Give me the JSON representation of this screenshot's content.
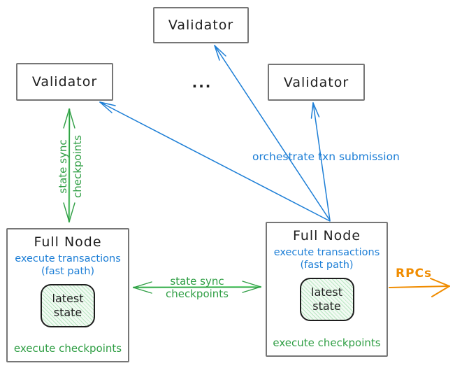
{
  "colors": {
    "arrow_blue": "#1c7ed6",
    "arrow_green": "#2f9e44",
    "arrow_green_light": "#8ce99a",
    "arrow_orange": "#f08c00",
    "box_border_gray": "#767676",
    "text_black": "#1e1e1e",
    "state_box_stripe_green": "#b9e7c2"
  },
  "validators": {
    "top_label": "Validator",
    "left_label": "Validator",
    "right_label": "Validator",
    "ellipsis": "..."
  },
  "edges": {
    "state_sync_vertical": {
      "line1": "state sync",
      "line2": "checkpoints"
    },
    "state_sync_horizontal": {
      "line1": "state sync",
      "line2": "checkpoints"
    },
    "orchestrate_label": "orchestrate txn submission",
    "rpcs_label": "RPCs"
  },
  "full_nodes": {
    "left": {
      "title": "Full Node",
      "exec_line1": "execute transactions",
      "exec_line2": "(fast path)",
      "state_line1": "latest",
      "state_line2": "state",
      "footer": "execute checkpoints"
    },
    "right": {
      "title": "Full Node",
      "exec_line1": "execute transactions",
      "exec_line2": "(fast path)",
      "state_line1": "latest",
      "state_line2": "state",
      "footer": "execute checkpoints"
    }
  }
}
